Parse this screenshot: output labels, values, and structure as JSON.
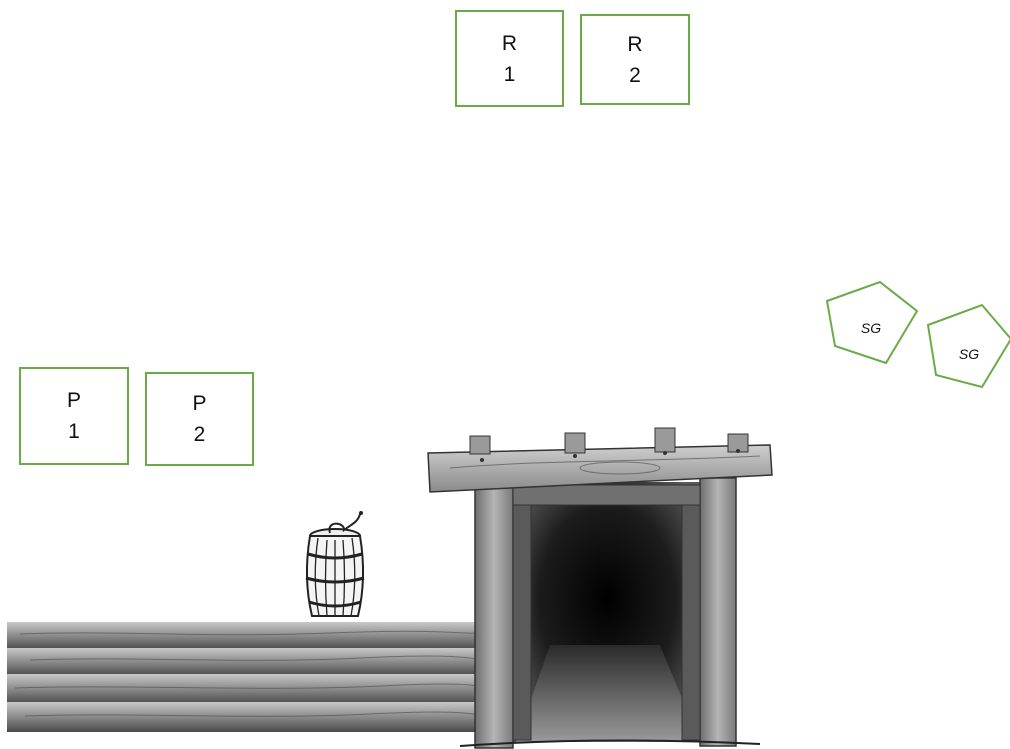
{
  "cards": {
    "r1": {
      "letter": "R",
      "number": "1"
    },
    "r2": {
      "letter": "R",
      "number": "2"
    },
    "p1": {
      "letter": "P",
      "number": "1"
    },
    "p2": {
      "letter": "P",
      "number": "2"
    }
  },
  "gems": {
    "sg1": {
      "label": "SG"
    },
    "sg2": {
      "label": "SG"
    }
  },
  "colors": {
    "card_border": "#6aab46",
    "gem_border": "#6aab46"
  }
}
